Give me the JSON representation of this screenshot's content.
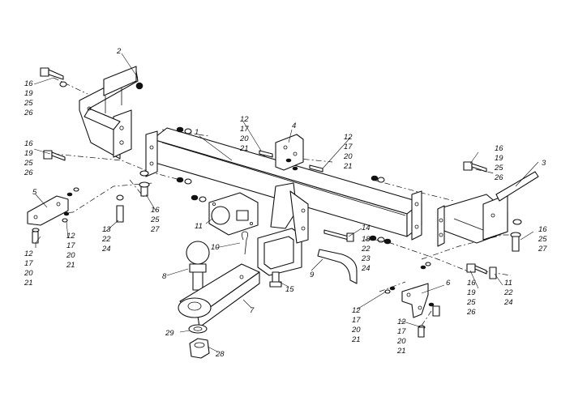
{
  "callouts": {
    "c1": "1",
    "c2": "2",
    "c3": "3",
    "c4": "4",
    "c5": "5",
    "c6": "6",
    "c7": "7",
    "c8": "8",
    "c9": "9",
    "c10": "10",
    "c11": "11",
    "c14": "14",
    "c15": "15",
    "c28": "28",
    "c29": "29"
  },
  "stacks": {
    "left_top": [
      "16",
      "19",
      "25",
      "26"
    ],
    "left_mid": [
      "16",
      "19",
      "25",
      "26"
    ],
    "left_bottom": [
      "12",
      "17",
      "20",
      "21"
    ],
    "left_nut": [
      "12",
      "17",
      "20",
      "21"
    ],
    "left_bolt": [
      "13",
      "22",
      "24"
    ],
    "left_washer": [
      "16",
      "25",
      "27"
    ],
    "center_a": [
      "12",
      "17",
      "20",
      "21"
    ],
    "center_b": [
      "12",
      "17",
      "20",
      "21"
    ],
    "center_c": [
      "18",
      "22",
      "23",
      "24"
    ],
    "right_top": [
      "16",
      "19",
      "25",
      "26"
    ],
    "right_washer": [
      "16",
      "25",
      "27"
    ],
    "right_mid": [
      "16",
      "19",
      "25",
      "26"
    ],
    "right_nut": [
      "11",
      "22",
      "24"
    ],
    "right_bottom_a": [
      "12",
      "17",
      "20",
      "21"
    ],
    "right_bottom_b": [
      "12",
      "17",
      "20",
      "21"
    ]
  }
}
